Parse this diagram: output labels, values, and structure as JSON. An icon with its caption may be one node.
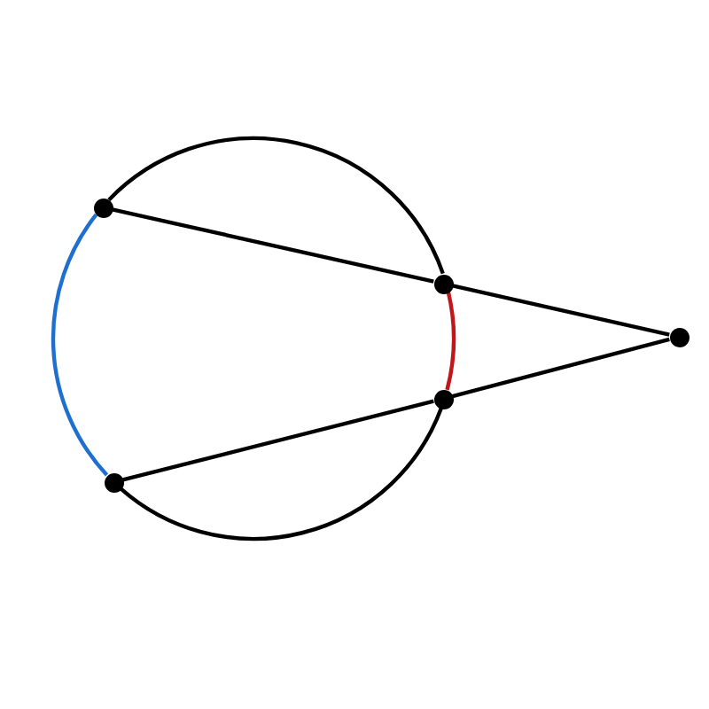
{
  "diagram": {
    "nodes": [
      {
        "text": [],
        "shape": "circle"
      },
      {
        "text": [],
        "shape": "circle"
      },
      {
        "text": [],
        "shape": "circle"
      },
      {
        "text": [],
        "shape": "circle"
      },
      {
        "text": [],
        "shape": "circle"
      }
    ],
    "edges": [
      {
        "from": 0,
        "to": 2,
        "arrow": "none"
      },
      {
        "from": 2,
        "to": 4,
        "arrow": "none"
      },
      {
        "from": 1,
        "to": 3,
        "arrow": "none"
      },
      {
        "from": 3,
        "to": 4,
        "arrow": "none"
      },
      {
        "from": 0,
        "to": 2,
        "arrow": "none"
      },
      {
        "from": 2,
        "to": 3,
        "arrow": "none",
        "color": "#c0161c"
      },
      {
        "from": 3,
        "to": 1,
        "arrow": "none"
      },
      {
        "from": 1,
        "to": 0,
        "arrow": "none",
        "color": "#1e6fd0"
      }
    ]
  }
}
